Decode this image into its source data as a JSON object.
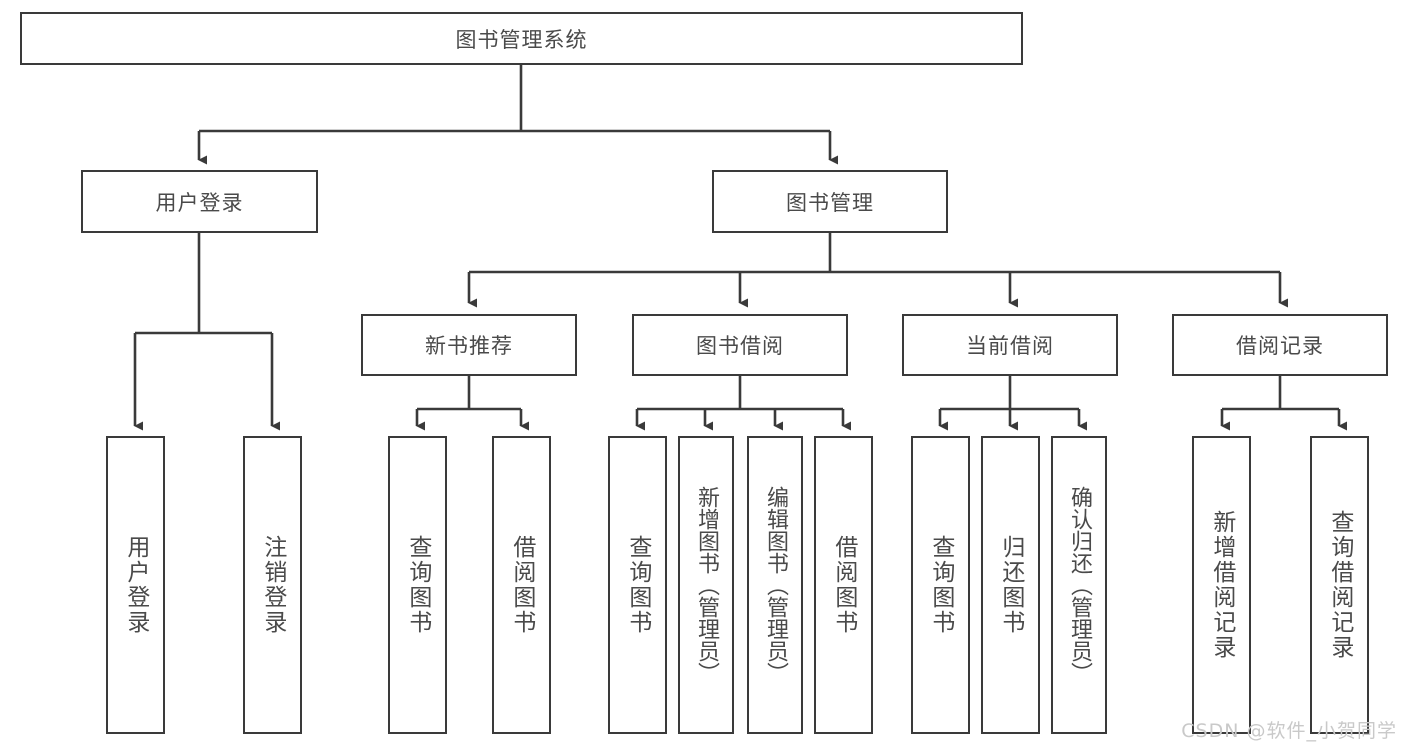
{
  "diagram": {
    "title": "图书管理系统",
    "type": "tree",
    "watermark": "CSDN @软件_小贺同学",
    "colors": {
      "border": "#3a3a3a",
      "text": "#4a4a4a",
      "background": "#ffffff",
      "watermark": "#c9c9c9"
    },
    "root": {
      "label": "图书管理系统"
    },
    "level2": [
      {
        "label": "用户登录"
      },
      {
        "label": "图书管理"
      }
    ],
    "level3": [
      {
        "label": "新书推荐"
      },
      {
        "label": "图书借阅"
      },
      {
        "label": "当前借阅"
      },
      {
        "label": "借阅记录"
      }
    ],
    "leaves": {
      "user_login": [
        {
          "label": "用户登录"
        },
        {
          "label": "注销登录"
        }
      ],
      "new_book": [
        {
          "label": "查询图书"
        },
        {
          "label": "借阅图书"
        }
      ],
      "book_borrow": [
        {
          "label": "查询图书"
        },
        {
          "label": "新增图书（管理员）"
        },
        {
          "label": "编辑图书（管理员）"
        },
        {
          "label": "借阅图书"
        }
      ],
      "current_borrow": [
        {
          "label": "查询图书"
        },
        {
          "label": "归还图书"
        },
        {
          "label": "确认归还（管理员）"
        }
      ],
      "borrow_record": [
        {
          "label": "新增借阅记录"
        },
        {
          "label": "查询借阅记录"
        }
      ]
    }
  }
}
